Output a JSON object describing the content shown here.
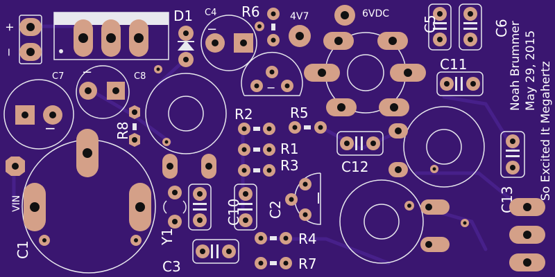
{
  "board": {
    "background": "#3a1670",
    "pad_color": "#d4a088",
    "silk_color": "#e8e8ee",
    "trace_color": "#47208a"
  },
  "labels": {
    "plus": "+",
    "minus": "−",
    "d1": "D1",
    "c4": "C4",
    "r6": "R6",
    "v4v7": "4V7",
    "v6vdc": "6VDC",
    "c5": "C5",
    "c6": "C6",
    "c7": "C7",
    "c8": "C8",
    "c11": "C11",
    "r8": "R8",
    "r2": "R2",
    "r5": "R5",
    "r1": "R1",
    "r3": "R3",
    "c12": "C12",
    "vin": "VIN",
    "c1": "C1",
    "y1": "Y1",
    "c10": "C10",
    "c2": "C2",
    "r4": "R4",
    "r7": "R7",
    "c3": "C3",
    "c13": "C13",
    "c7_minus": "−",
    "c1_minus": "−",
    "c4_minus": "−",
    "q_minus": "−"
  },
  "credits": {
    "author": "Noah Brummer",
    "date": "May 29, 2015",
    "tagline": "So Excited It Megahertz"
  }
}
